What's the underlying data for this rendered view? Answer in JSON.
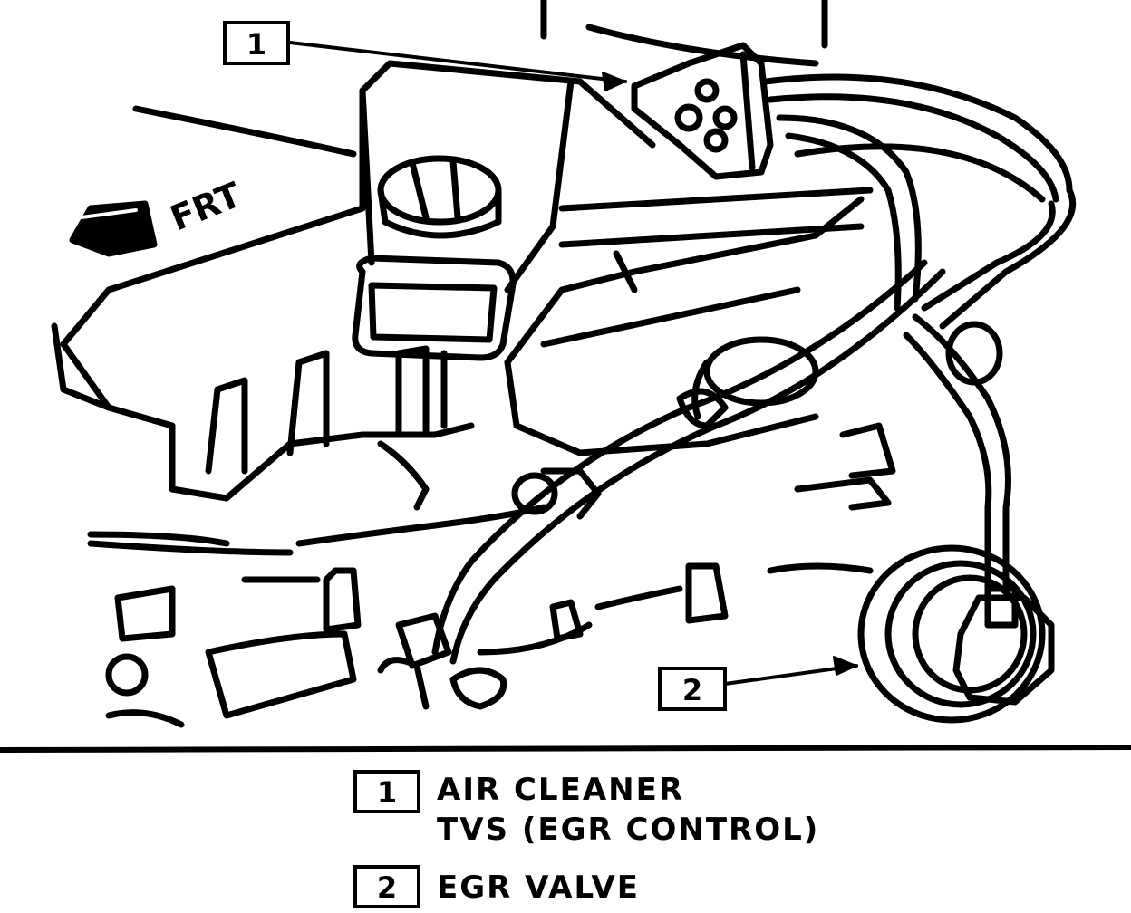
{
  "direction_label": "FRT",
  "callouts": [
    {
      "number": "1"
    },
    {
      "number": "2"
    }
  ],
  "legend": [
    {
      "number": "1",
      "lines": [
        "AIR CLEANER",
        "TVS (EGR CONTROL)"
      ]
    },
    {
      "number": "2",
      "lines": [
        "EGR VALVE"
      ]
    }
  ],
  "colors": {
    "ink": "#000000",
    "paper": "#ffffff"
  }
}
